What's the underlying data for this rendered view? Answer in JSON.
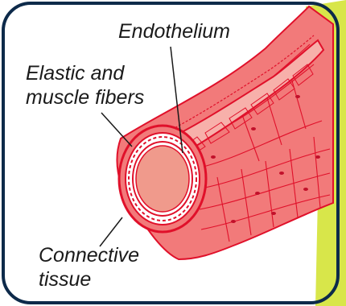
{
  "labels": {
    "endothelium": "Endothelium",
    "elastic_line1": "Elastic and",
    "elastic_line2": "muscle fibers",
    "connective_line1": "Connective",
    "connective_line2": "tissue"
  },
  "colors": {
    "frame_border": "#0d2a4a",
    "accent_green": "#d8e64a",
    "vessel_fill": "#f27a7a",
    "vessel_stroke": "#e0102a",
    "lumen": "#f09a8c",
    "text": "#1a1a1a"
  }
}
